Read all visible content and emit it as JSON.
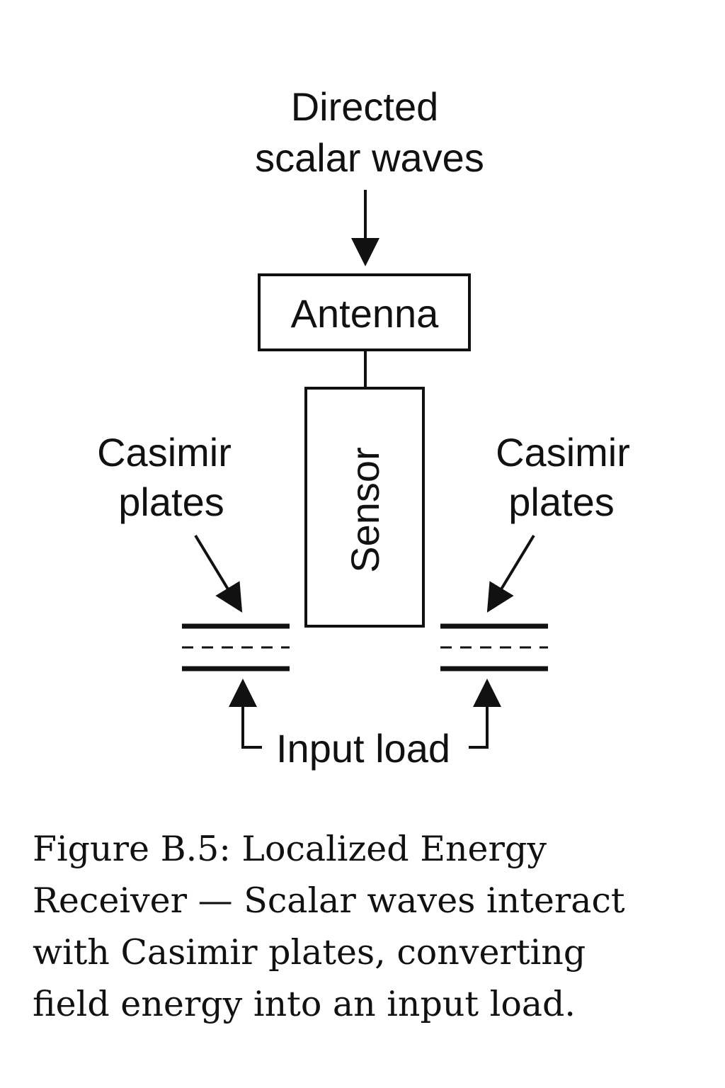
{
  "diagram": {
    "top_label_line1": "Directed",
    "top_label_line2": "scalar waves",
    "antenna": "Antenna",
    "sensor": "Sensor",
    "left_label_line1": "Casimir",
    "left_label_line2": "plates",
    "right_label_line1": "Casimir",
    "right_label_line2": "plates",
    "bottom_label": "Input load"
  },
  "caption": {
    "line1": "Figure B.5: Localized Energy",
    "line2": "Receiver — Scalar waves interact",
    "line3": "with Casimir plates, converting",
    "line4": "field energy into an input load."
  },
  "colors": {
    "ink": "#111111",
    "background": "#ffffff"
  }
}
